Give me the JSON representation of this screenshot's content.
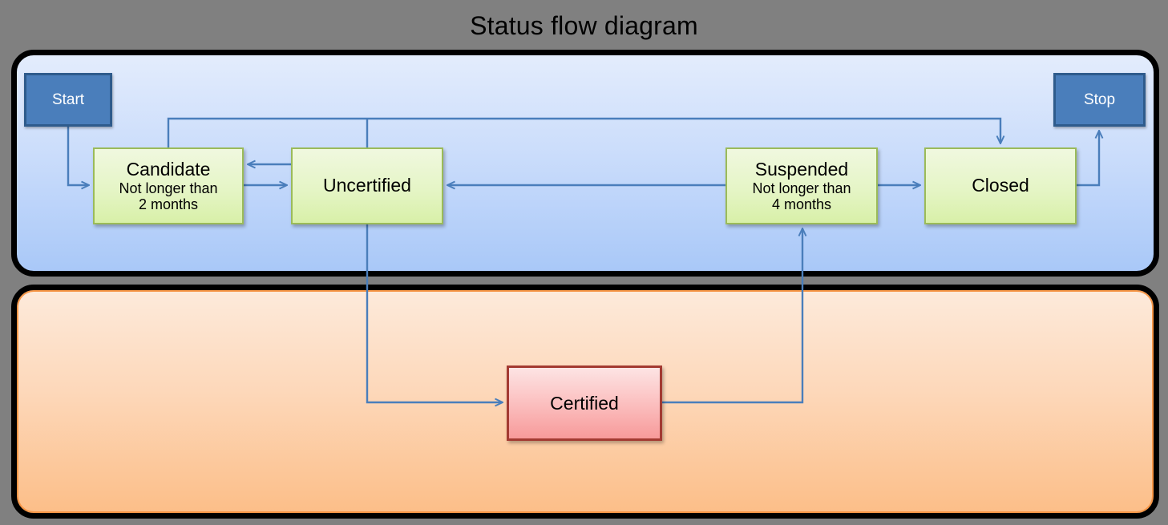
{
  "title": "Status flow diagram",
  "colors": {
    "background": "#808080",
    "panel_blue_top": "#e3ecfc",
    "panel_blue_bottom": "#a9c8f8",
    "panel_orange_top": "#fdeadb",
    "panel_orange_bottom": "#fcbe88",
    "panel_border": "#000000",
    "terminator_fill": "#4a7ebb",
    "terminator_border": "#2e5b8c",
    "state_fill": "#e5f5c6",
    "state_border": "#9bbb59",
    "certified_fill": "#fbbcbc",
    "certified_border": "#a33a32",
    "connector": "#4a7ebb"
  },
  "panels": {
    "active": {
      "name": "active-lane"
    },
    "certified": {
      "name": "certified-lane"
    }
  },
  "terminators": [
    {
      "id": "start",
      "label": "Start"
    },
    {
      "id": "stop",
      "label": "Stop"
    }
  ],
  "states": [
    {
      "id": "candidate",
      "label": "Candidate",
      "sub1": "Not longer than",
      "sub2": "2 months"
    },
    {
      "id": "uncertified",
      "label": "Uncertified",
      "sub1": "",
      "sub2": ""
    },
    {
      "id": "suspended",
      "label": "Suspended",
      "sub1": "Not longer than",
      "sub2": "4 months"
    },
    {
      "id": "closed",
      "label": "Closed",
      "sub1": "",
      "sub2": ""
    },
    {
      "id": "certified",
      "label": "Certified",
      "sub1": "",
      "sub2": ""
    }
  ],
  "transitions": [
    {
      "from": "start",
      "to": "candidate"
    },
    {
      "from": "candidate",
      "to": "uncertified"
    },
    {
      "from": "uncertified",
      "to": "candidate"
    },
    {
      "from": "candidate",
      "to": "closed"
    },
    {
      "from": "uncertified",
      "to": "closed"
    },
    {
      "from": "suspended",
      "to": "uncertified"
    },
    {
      "from": "suspended",
      "to": "closed"
    },
    {
      "from": "closed",
      "to": "stop"
    },
    {
      "from": "uncertified",
      "to": "certified"
    },
    {
      "from": "certified",
      "to": "suspended"
    }
  ]
}
